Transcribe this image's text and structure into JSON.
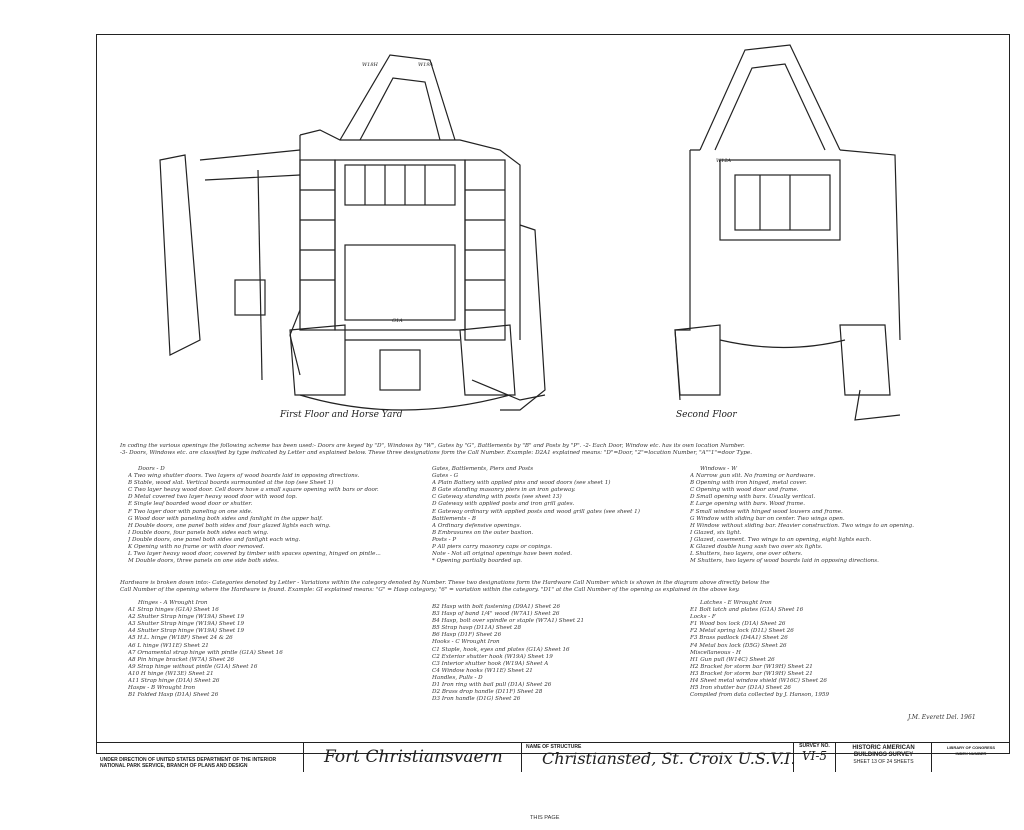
{
  "drawing": {
    "first_floor_caption": "First Floor and Horse Yard",
    "second_floor_caption": "Second Floor",
    "intro_line_1": "In coding the various openings the following scheme has been used:- Doors are keyed by \"D\", Windows by \"W\", Gates by \"G\", Battlements by \"B\" and Posts by \"P\". -2- Each Door, Window etc. has its own location Number.",
    "intro_line_2": "-3- Doors, Windows etc. are classified by type indicated by Letter and explained below. These three designations form the Call Number. Example: D2A1 explained means: \"D\"=Door, \"2\"=location Number, \"A\"\"1\"=door Type.",
    "doors_heading": "Doors - D",
    "doors": [
      "A  Two wing shutter doors.  Two layers of wood boards laid in opposing directions.",
      "B  Stable, wood slat.  Vertical boards surmounted at the top (see Sheet 1)",
      "C  Two layer heavy wood door.  Cell doors have a small square opening with bars or door.",
      "D  Metal covered two layer heavy wood door with wood top.",
      "E  Single leaf boarded wood door or shutter.",
      "F  Two layer door with paneling on one side.",
      "G  Wood door with paneling both sides and fanlight in the upper half.",
      "H  Double doors, one panel both sides and four glazed lights each wing.",
      "I  Double doors, four panels both sides each wing.",
      "J  Double doors, one panel both sides and fanlight each wing.",
      "K  Opening with no frame or with door removed.",
      "L  Two layer heavy wood door, covered by timber with spaces opening, hinged on pintle...",
      "M  Double doors, three panels on one side both sides."
    ],
    "gates_heading": "Gates, Battlements, Piers and Posts",
    "gates_sub": "Gates - G",
    "gates": [
      "A  Plain Battery with applied pins and wood doors (see sheet 1)",
      "B  Gate standing masonry piers in an iron gateway.",
      "C  Gateway standing with posts (see sheet 13)",
      "D  Gateway with applied posts and iron grill gates.",
      "E  Gateway ordinary with applied posts and wood grill gates (see sheet 1)"
    ],
    "battlements_sub": "Battlements - B",
    "battlements": [
      "A  Ordinary defensive openings.",
      "B  Embrasures on the outer bastion."
    ],
    "posts_sub": "Posts - P",
    "posts": [
      "P  All piers carry masonry caps or copings.",
      "Note - Not all original openings have been noted.",
      "*  Opening partially boarded up."
    ],
    "windows_heading": "Windows - W",
    "windows": [
      "A  Narrow gun slit.  No framing or hardware.",
      "B  Opening with iron hinged, metal cover.",
      "C  Opening with wood door and frame.",
      "D  Small opening with bars.  Usually vertical.",
      "E  Large opening with bars. Wood frame.",
      "F  Small window with hinged wood louvers and frame.",
      "G  Window with sliding bar on center. Two wings open.",
      "H  Window without sliding bar. Heavier construction. Two wings to an opening.",
      "I  Glazed, six light.",
      "J  Glazed, casement.  Two wings to an opening, eight lights each.",
      "K  Glazed double hung sash two over six lights.",
      "L  Shutters, two layers, one over others.",
      "M  Shutters, two layers of wood boards laid in opposing directions."
    ],
    "hardware_line_1": "Hardware is broken down into:- Categories denoted by Letter - Variations within the category denoted by Number. These two designations form the Hardware Call Number which is shown in the diagram above directly below the",
    "hardware_line_2": "Call Number of the opening where the Hardware is found.  Example: GI explained means: \"G\" = Hasp category; \"6\" = variation within the category.  \"D1\" at the Call Number of the opening as explained in the above key.",
    "hardware_col1_heading": "Hinges - A   Wrought Iron",
    "hardware_col1": [
      "A1  Strap hinges (G1A)        Sheet 16",
      "A2  Shutter Strap hinge (W19A)   Sheet 19",
      "A3  Shutter Strap hinge (W19A)   Sheet 19",
      "A4  Shutter Strap hinge (W19A)   Sheet 19",
      "A5  H.L. hinge (W18F)         Sheet 24 & 26",
      "A6  L hinge (W11E)            Sheet 21",
      "A7  Ornamental strap hinge with pintle (G1A)  Sheet 16",
      "A8  Pin hinge bracket (W7A)   Sheet 26",
      "A9  Strap hinge without pintle (G1A)  Sheet 16",
      "A10 H hinge (W13E)            Sheet 21",
      "A11 Strap hinge (D1A)         Sheet 26",
      "Hasps - B    Wrought Iron",
      "B1  Folded Hasp (D1A)          Sheet 26"
    ],
    "hardware_col2": [
      "B2  Hasp with bolt fastening (D9A1)  Sheet 26",
      "B3  Hasp of band 1/4\" wood (W7A1)  Sheet 26",
      "B4  Hasp, bolt over spindle or staple (W7A1) Sheet 21",
      "B5  Strap hasp (D11A)        Sheet 28",
      "B6  Hasp (D1F)              Sheet 26",
      "Hooks - C    Wrought Iron",
      "C1  Staple, hook, eyes and plates (G1A) Sheet 16",
      "C2  Exterior shutter hook (W19A)  Sheet 19",
      "C3  Interior shutter hook (W19A)  Sheet A",
      "C4  Window hooks (W11E)       Sheet 21",
      "Handles, Pulls - D",
      "D1  Iron ring with bail pull (D1A)  Sheet 26",
      "D2  Brass drop handle (D11F)   Sheet 28",
      "D3  Iron handle (D1G)          Sheet 26"
    ],
    "hardware_col3_heading": "Latches - E   Wrought Iron",
    "hardware_col3": [
      "E1  Bolt latch and plates (G1A)  Sheet 16",
      "Locks - F",
      "F1  Wood box lock (D1A)  Sheet 26",
      "F2  Metal spring lock (D1L)  Sheet 26",
      "F3  Brass padlock (D4A1)  Sheet 26",
      "F4  Metal box lock (D5G)  Sheet 26",
      "Miscellaneous - H",
      "H1  Gun pull (W14C)  Sheet 26",
      "H2  Bracket for storm bar (W19H)  Sheet 21",
      "H3  Bracket for storm bar (W19H)  Sheet 21",
      "H4  Sheet metal window shield (W16C)  Sheet 26",
      "H5  Iron shutter bar (D1A)  Sheet 26",
      "Compiled from data collected by J. Hanson, 1959"
    ],
    "signature": "J.M. Everett   Del. 1961",
    "below_frame_label": "THIS PAGE"
  },
  "title_block": {
    "agency_1": "UNDER DIRECTION OF UNITED STATES DEPARTMENT OF THE INTERIOR",
    "agency_2": "NATIONAL PARK SERVICE, BRANCH OF PLANS AND DESIGN",
    "structure_name": "Fort Christiansvaern",
    "name_of_structure_label": "NAME OF STRUCTURE",
    "location": "Christiansted, St. Croix  U.S.V.I.",
    "survey_no_label": "SURVEY NO.",
    "survey_no": "VI-5",
    "habs_1": "HISTORIC AMERICAN",
    "habs_2": "BUILDINGS SURVEY",
    "sheet": "SHEET 13 OF 24 SHEETS",
    "library_1": "LIBRARY OF CONGRESS",
    "library_2": "INDEX NUMBER"
  }
}
